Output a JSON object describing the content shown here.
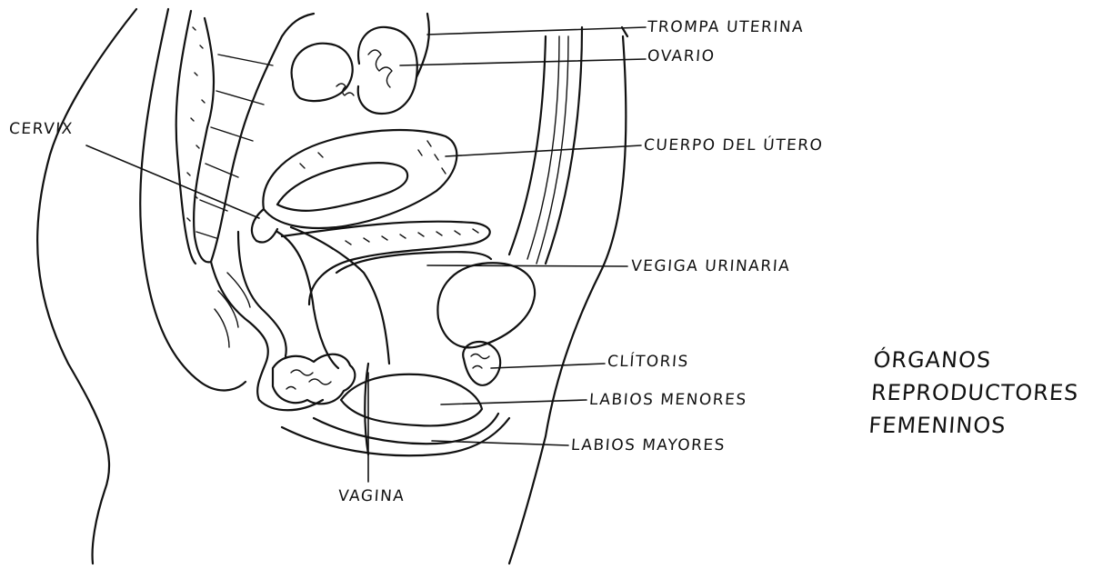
{
  "labels": {
    "trompa": "TROMPA UTERINA",
    "ovario": "OVARIO",
    "cervix": "CERVIX",
    "cuerpo": "CUERPO DEL ÚTERO",
    "vegiga": "VEGIGA URINARIA",
    "clitoris": "CLÍTORIS",
    "labios_menores": "LABIOS MENORES",
    "labios_mayores": "LABIOS MAYORES",
    "vagina": "VAGINA"
  },
  "title": {
    "line1": "ÓRGANOS",
    "line2": "REPRODUCTORES",
    "line3": "FEMENINOS"
  }
}
